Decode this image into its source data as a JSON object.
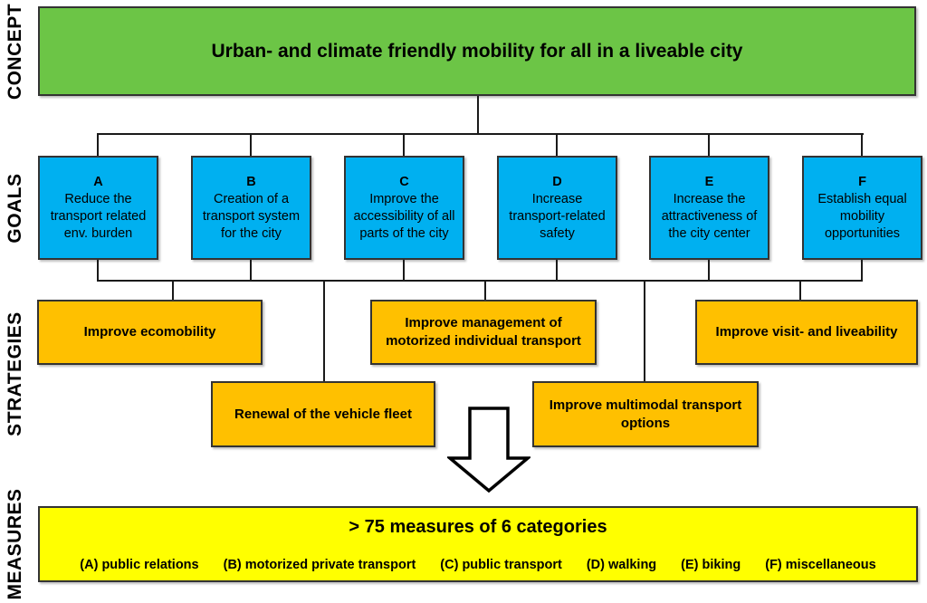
{
  "row_labels": {
    "concept": "CONCEPT",
    "goals": "GOALS",
    "strategies": "STRATEGIES",
    "measures": "MEASURES"
  },
  "concept": {
    "title": "Urban- and climate friendly mobility for all in a liveable city"
  },
  "goals": [
    {
      "letter": "A",
      "text": "Reduce the transport related env. burden"
    },
    {
      "letter": "B",
      "text": "Creation of a transport system for the city"
    },
    {
      "letter": "C",
      "text": "Improve the accessibility of all parts of the city"
    },
    {
      "letter": "D",
      "text": "Increase transport-related safety"
    },
    {
      "letter": "E",
      "text": "Increase the attractiveness of the city center"
    },
    {
      "letter": "F",
      "text": "Establish equal mobility opportunities"
    }
  ],
  "strategies": {
    "ecomobility": "Improve ecomobility",
    "management": "Improve management of motorized individual transport",
    "visit": "Improve visit- and liveability",
    "renewal": "Renewal of the vehicle fleet",
    "multimodal": "Improve multimodal transport options"
  },
  "measures": {
    "title": "> 75 measures of 6 categories",
    "categories": [
      "(A) public relations",
      "(B) motorized private transport",
      "(C) public transport",
      "(D) walking",
      "(E) biking",
      "(F) miscellaneous"
    ]
  },
  "colors": {
    "concept_green": "#6cc546",
    "goal_blue": "#00b0f0",
    "strategy_orange": "#ffc000",
    "measures_yellow": "#ffff00",
    "line_black": "#1a1a1a"
  }
}
